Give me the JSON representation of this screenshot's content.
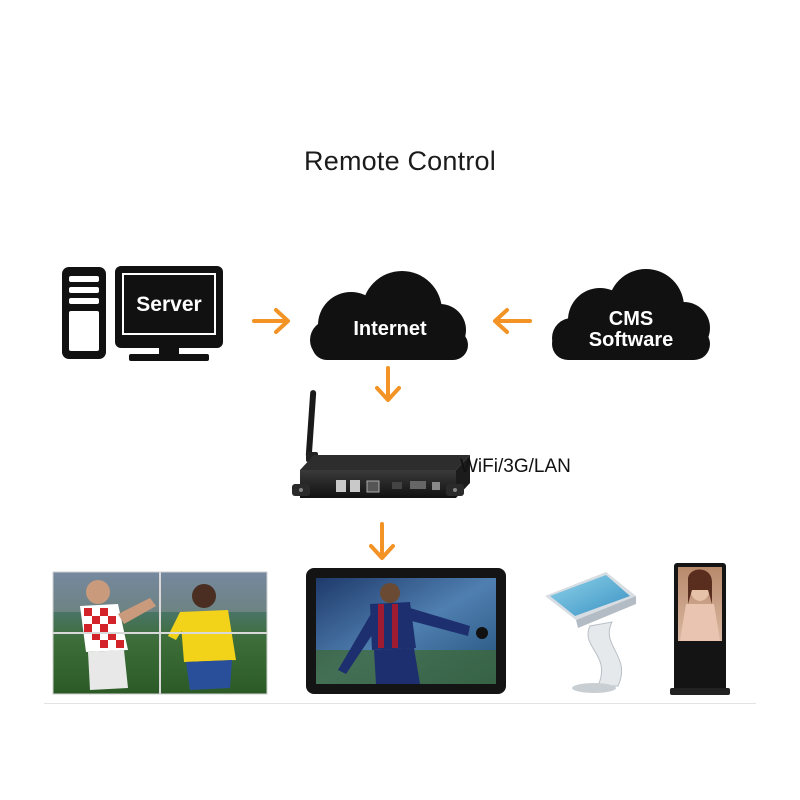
{
  "title": "Remote Control",
  "nodes": {
    "server": {
      "label": "Server"
    },
    "internet": {
      "label": "Internet"
    },
    "cms": {
      "label_line1": "CMS",
      "label_line2": "Software"
    },
    "player": {
      "label": "WiFi/3G/LAN"
    }
  },
  "displays": [
    {
      "name": "video-wall-display"
    },
    {
      "name": "wall-mounted-screen"
    },
    {
      "name": "touch-kiosk"
    },
    {
      "name": "standing-signage-totem"
    }
  ],
  "colors": {
    "arrow": "#f39325",
    "icon": "#111111",
    "background": "#ffffff"
  }
}
